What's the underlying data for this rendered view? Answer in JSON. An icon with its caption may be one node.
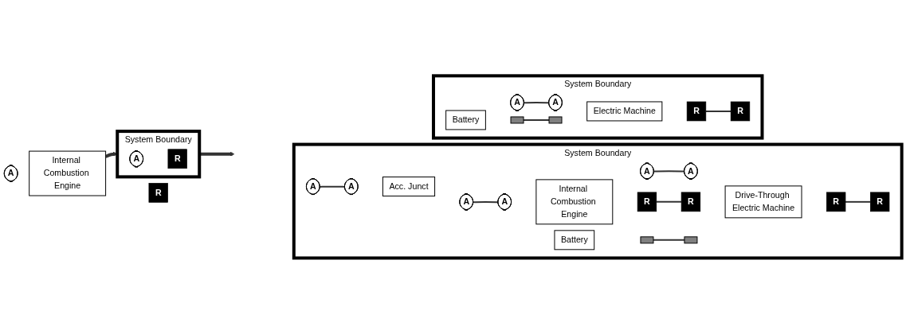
{
  "diagram": {
    "nodes": [
      {
        "text": [
          "A"
        ]
      },
      {
        "text": [
          "Internal Combustion Engine"
        ]
      },
      {
        "text": [
          "R"
        ]
      },
      {
        "text": [
          "System Boundary"
        ]
      },
      {
        "text": [
          "A"
        ],
        "in": 3
      },
      {
        "text": [
          "R"
        ],
        "in": 3
      },
      {
        "text": [
          "System Boundary"
        ]
      },
      {
        "text": [
          "A"
        ],
        "in": 6
      },
      {
        "text": [
          "A"
        ],
        "in": 6
      },
      {
        "text": [
          "Battery"
        ],
        "in": 6
      },
      {
        "text": [],
        "shape": "box",
        "in": 6
      },
      {
        "text": [],
        "shape": "box",
        "in": 6
      },
      {
        "text": [
          "Electric Machine"
        ],
        "in": 6
      },
      {
        "text": [
          "R"
        ],
        "in": 6
      },
      {
        "text": [
          "R"
        ],
        "in": 6
      },
      {
        "text": [
          "System Boundary"
        ]
      },
      {
        "text": [
          "A"
        ],
        "in": 15
      },
      {
        "text": [
          "A"
        ],
        "in": 15
      },
      {
        "text": [
          "Acc. Junct"
        ],
        "in": 15
      },
      {
        "text": [
          "A"
        ],
        "in": 15
      },
      {
        "text": [
          "A"
        ],
        "in": 15
      },
      {
        "text": [
          "A"
        ],
        "in": 15
      },
      {
        "text": [
          "Internal Combustion Engine"
        ],
        "in": 15
      },
      {
        "text": [
          "R"
        ],
        "in": 15
      },
      {
        "text": [
          "Battery"
        ],
        "in": 15
      },
      {
        "text": [],
        "shape": "box",
        "in": 15
      },
      {
        "text": [
          "A"
        ],
        "in": 15
      },
      {
        "text": [
          "R"
        ],
        "in": 15
      },
      {
        "text": [],
        "shape": "box",
        "in": 15
      },
      {
        "text": [
          "Drive-Through Electric Machine"
        ],
        "in": 15
      },
      {
        "text": [
          "R"
        ],
        "in": 15
      },
      {
        "text": [
          "R"
        ],
        "in": 15
      }
    ],
    "edges": [
      {
        "from": 1,
        "to": 3,
        "arrow": "to",
        "style": "thick"
      },
      {
        "from": 3,
        "to": null,
        "arrow": "to",
        "style": "thick"
      },
      {
        "from": 7,
        "to": 8,
        "arrow": "none"
      },
      {
        "from": 10,
        "to": 11,
        "arrow": "none"
      },
      {
        "from": 13,
        "to": 14,
        "arrow": "none"
      },
      {
        "from": 16,
        "to": 17,
        "arrow": "none"
      },
      {
        "from": 19,
        "to": 26,
        "arrow": "none"
      },
      {
        "from": 20,
        "to": 21,
        "arrow": "none"
      },
      {
        "from": 23,
        "to": 27,
        "arrow": "none"
      },
      {
        "from": 25,
        "to": 28,
        "arrow": "none"
      },
      {
        "from": 30,
        "to": 31,
        "arrow": "none"
      }
    ]
  }
}
